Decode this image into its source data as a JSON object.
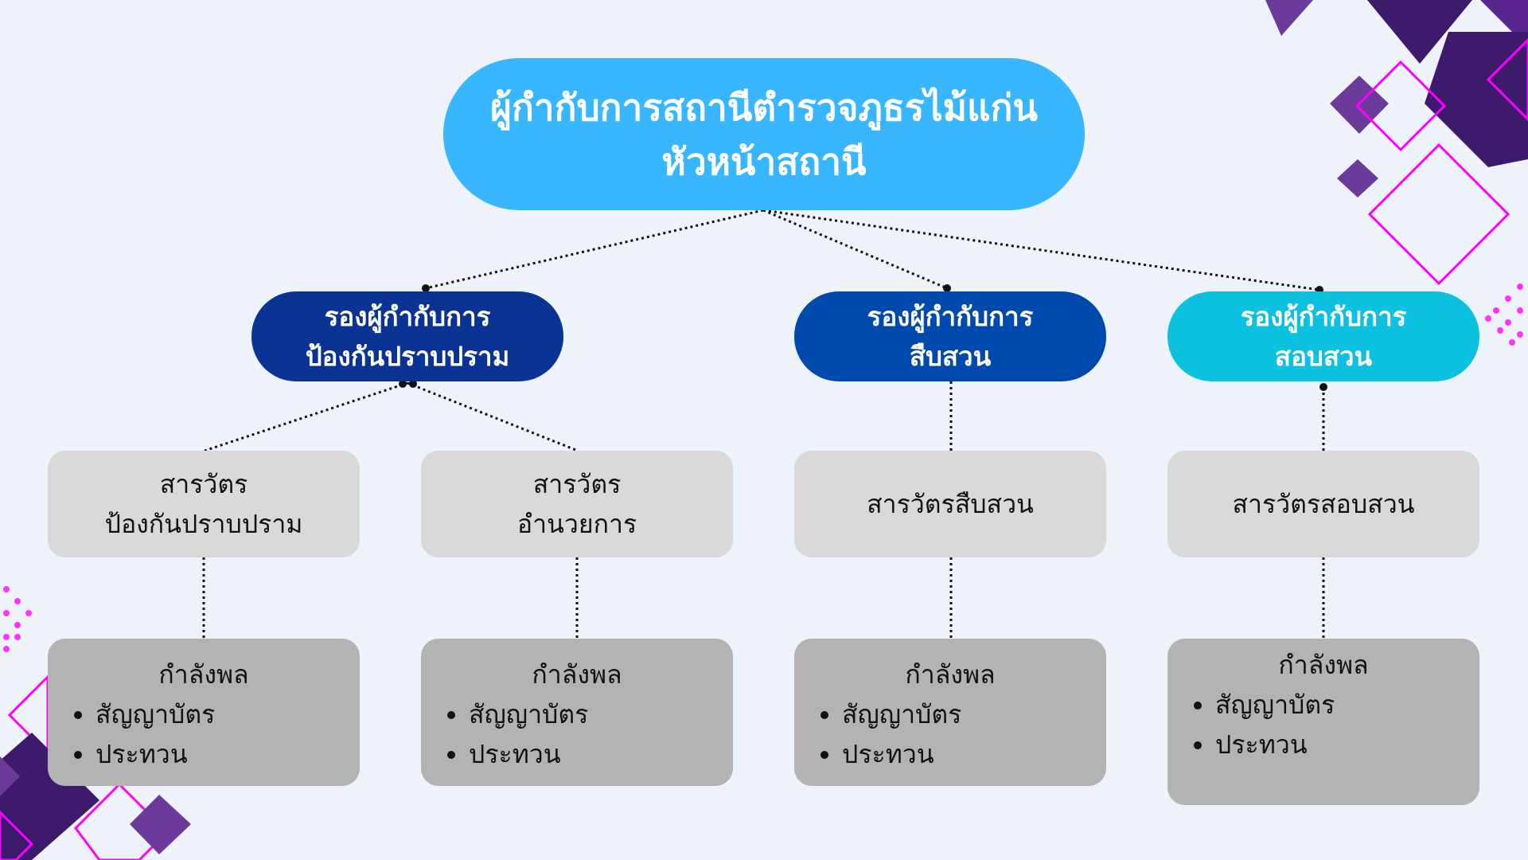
{
  "root": {
    "line1": "ผู้กำกับการสถานีตำรวจภูธรไม้แก่น",
    "line2": "หัวหน้าสถานี"
  },
  "deputies": [
    {
      "line1": "รองผู้กำกับการ",
      "line2": "ป้องกันปราบปราม",
      "color": "#0b3394"
    },
    {
      "line1": "รองผู้กำกับการ",
      "line2": "สืบสวน",
      "color": "#004aad"
    },
    {
      "line1": "รองผู้กำกับการ",
      "line2": "สอบสวน",
      "color": "#0cc0df"
    }
  ],
  "clerks": [
    {
      "line1": "สารวัตร",
      "line2": "ป้องกันปราบปราม"
    },
    {
      "line1": "สารวัตร",
      "line2": "อำนวยการ"
    },
    {
      "line1": "สารวัตรสืบสวน"
    },
    {
      "line1": "สารวัตรสอบสวน"
    }
  ],
  "staff": [
    {
      "title": "กำลังพล",
      "items": [
        "สัญญาบัตร",
        "ประทวน"
      ]
    },
    {
      "title": "กำลังพล",
      "items": [
        "สัญญาบัตร",
        "ประทวน"
      ]
    },
    {
      "title": "กำลังพล",
      "items": [
        "สัญญาบัตร",
        "ประทวน"
      ]
    },
    {
      "title": "กำลังพล",
      "items": [
        "สัญญาบัตร",
        "ประทวน"
      ]
    }
  ]
}
